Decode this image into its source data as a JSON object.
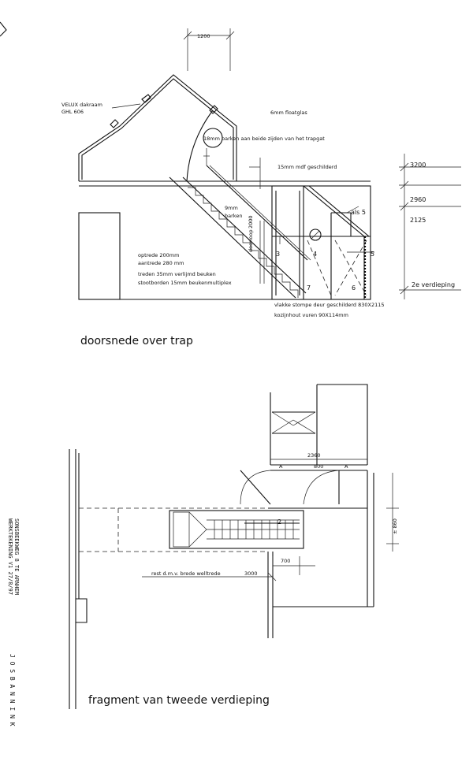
{
  "section": {
    "title": "doorsnede  over trap",
    "dim_top": "1200",
    "velux": "VELUX dakraam",
    "velux_type": "GHL 606",
    "glass": "6mm floatglas",
    "railing": "18mm barken aan beide zijden van het trapgat",
    "mdf": "15mm mdf geschilderd",
    "bar": "9mm",
    "bar2": "barken",
    "height": "2000",
    "passage": "doorloop",
    "rise": "optrede 200mm",
    "tread_depth": "aantrede 280 mm",
    "treads": "treden 35mm verlijmd beuken",
    "risers": "stootborden 15mm beukenmultiplex",
    "door": "vlakke stompe deur geschilderd 830X2115",
    "frame": "kozijnhout vuren  90X114mm",
    "als5": "als 5",
    "levels": [
      "3200",
      "2960",
      "2125"
    ],
    "floor_label": "2e verdieping",
    "numbers": [
      "3",
      "4",
      "5",
      "6",
      "7"
    ]
  },
  "plan": {
    "title": "fragment van tweede verdieping",
    "dim_2360": "2360",
    "dim_a1": "A",
    "dim_800": "800",
    "dim_a2": "A",
    "dim_860": "± 860",
    "num": "2",
    "dim_700": "700",
    "rest": "rest d.m.v. brede welltrede",
    "dim_3000": "3000"
  },
  "sidebar": {
    "line1": "SONSBEEKWEG 8 TE ARNHEM",
    "line2": "WERKTEKENING V1 27/8/97",
    "name": "J O S     B A N N I N K"
  }
}
